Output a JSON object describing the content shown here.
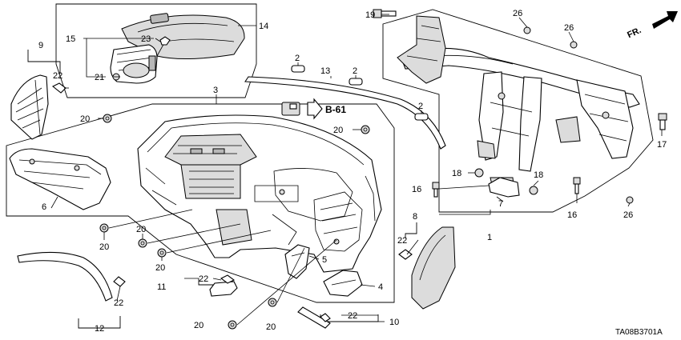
{
  "diagram_code": "TA08B3701A",
  "direction_label": "FR.",
  "reference_label": "B-61",
  "callouts": {
    "c1": "1",
    "c2a": "2",
    "c2b": "2",
    "c2c": "2",
    "c3": "3",
    "c4": "4",
    "c5": "5",
    "c6": "6",
    "c7": "7",
    "c8": "8",
    "c9": "9",
    "c10": "10",
    "c11": "11",
    "c12": "12",
    "c13": "13",
    "c14": "14",
    "c15": "15",
    "c16a": "16",
    "c16b": "16",
    "c17": "17",
    "c18a": "18",
    "c18b": "18",
    "c19": "19",
    "c20a": "20",
    "c20b": "20",
    "c20c": "20",
    "c20d": "20",
    "c20e": "20",
    "c20f": "20",
    "c20g": "20",
    "c21": "21",
    "c22a": "22",
    "c22b": "22",
    "c22c": "22",
    "c22d": "22",
    "c22e": "22",
    "c23": "23",
    "c26a": "26",
    "c26b": "26",
    "c26c": "26"
  }
}
